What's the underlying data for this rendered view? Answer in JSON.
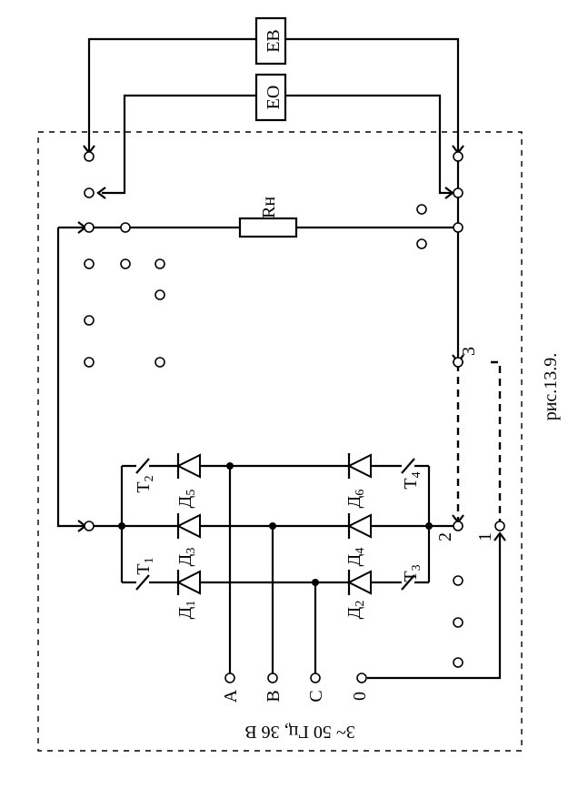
{
  "figure": {
    "caption": "рис.13.9.",
    "supply_label": "3~ 50 Гц, 36 В",
    "instruments": {
      "eb": "ЕВ",
      "eo": "ЕО"
    },
    "load_label": "Rн",
    "phase_labels": {
      "a": "A",
      "b": "B",
      "c": "C",
      "zero": "0"
    },
    "thyristors": {
      "t1": "T",
      "t1_sub": "1",
      "t2": "T",
      "t2_sub": "2",
      "t3": "T",
      "t3_sub": "3",
      "t4": "T",
      "t4_sub": "4"
    },
    "diodes": {
      "d1": "Д",
      "d1_sub": "1",
      "d2": "Д",
      "d2_sub": "2",
      "d3": "Д",
      "d3_sub": "3",
      "d4": "Д",
      "d4_sub": "4",
      "d5": "Д",
      "d5_sub": "5",
      "d6": "Д",
      "d6_sub": "6"
    },
    "terminal_numbers": {
      "n1": "1",
      "n2": "2",
      "n3": "3"
    }
  }
}
